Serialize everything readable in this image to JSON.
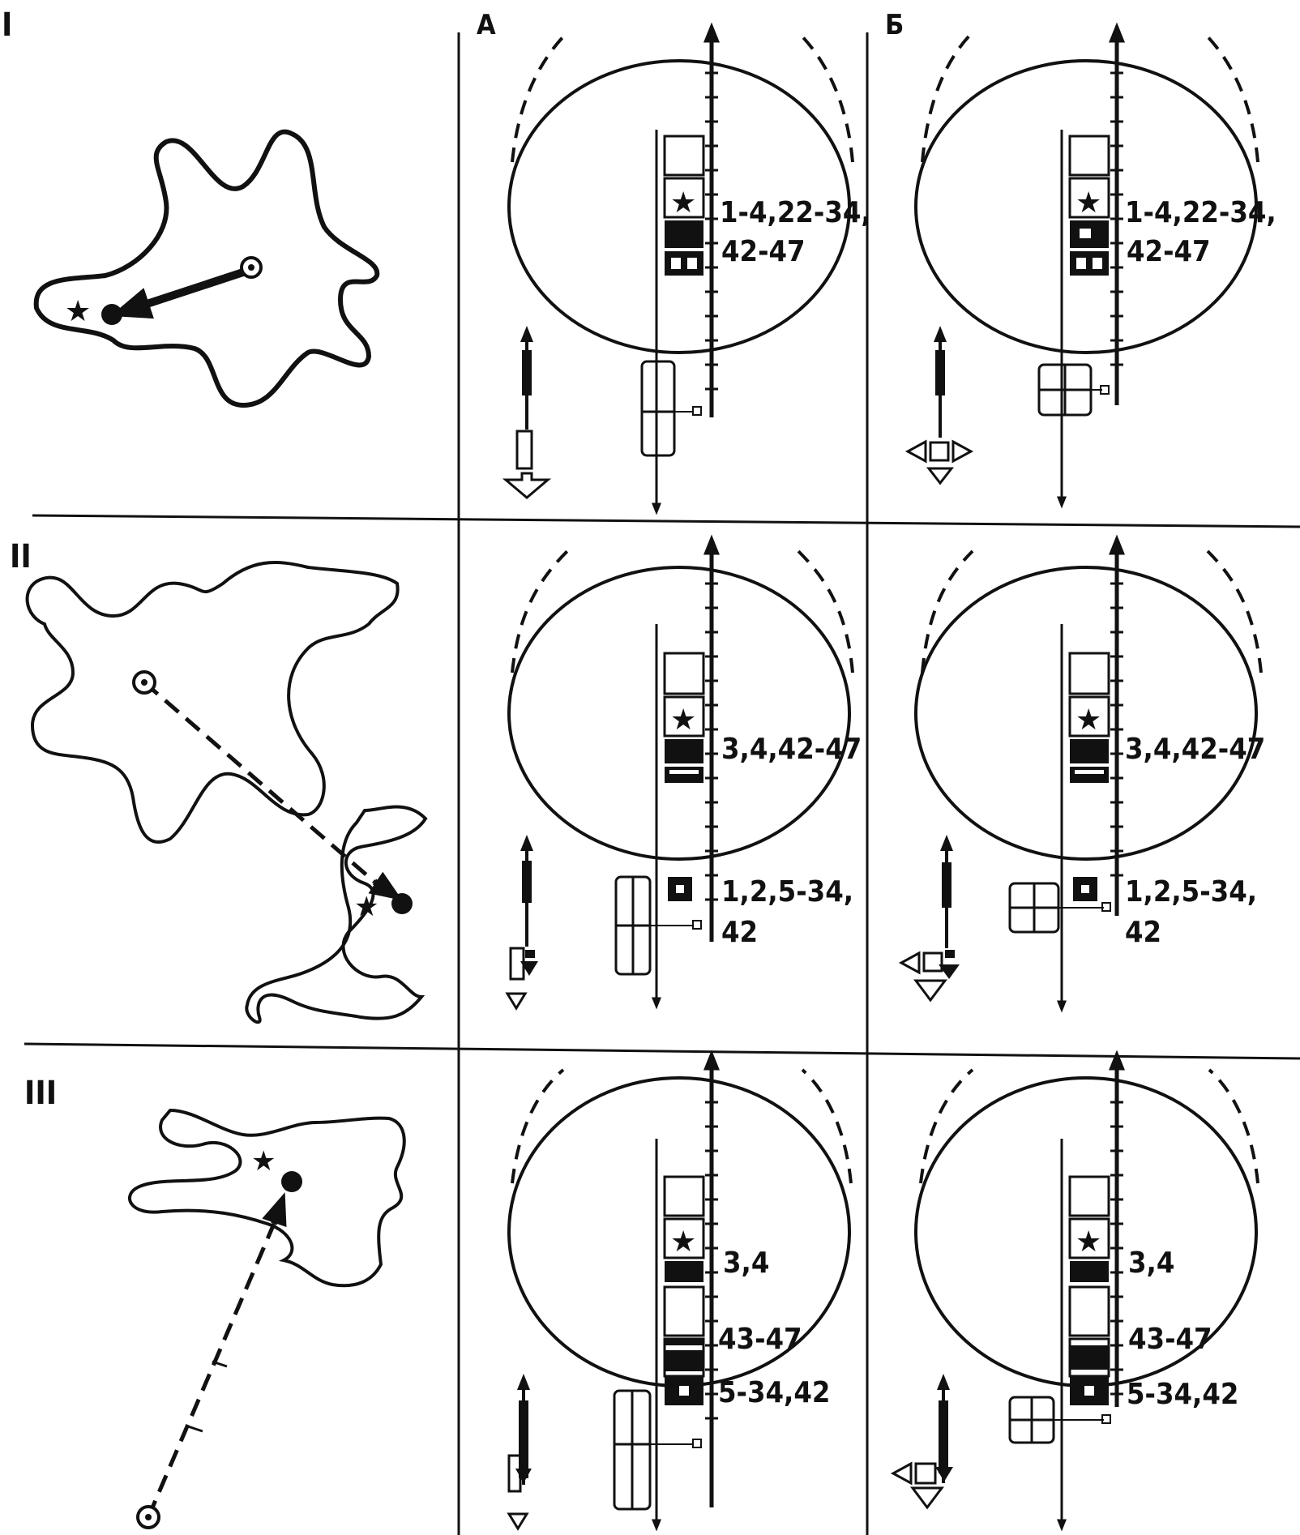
{
  "row_labels": [
    "I",
    "II",
    "III"
  ],
  "column_labels": [
    "А",
    "Б"
  ],
  "panels": [
    {
      "row": "I",
      "col": "А",
      "labels": [
        "1-4,22-34,",
        "42-47"
      ]
    },
    {
      "row": "I",
      "col": "Б",
      "labels": [
        "1-4,22-34,",
        "42-47"
      ]
    },
    {
      "row": "II",
      "col": "А",
      "labels": [
        "3,4,42-47",
        "1,2,5-34,",
        "42"
      ]
    },
    {
      "row": "II",
      "col": "Б",
      "labels": [
        "3,4,42-47",
        "1,2,5-34,",
        "42"
      ]
    },
    {
      "row": "III",
      "col": "А",
      "labels": [
        "3,4",
        "43-47",
        "5-34,42"
      ]
    },
    {
      "row": "III",
      "col": "Б",
      "labels": [
        "3,4",
        "43-47",
        "5-34,42"
      ]
    }
  ],
  "icons": [
    "star-icon",
    "filled-circle-icon",
    "ringed-circle-icon",
    "arrow-icon",
    "dashed-route-icon",
    "open-arrow-icon"
  ]
}
